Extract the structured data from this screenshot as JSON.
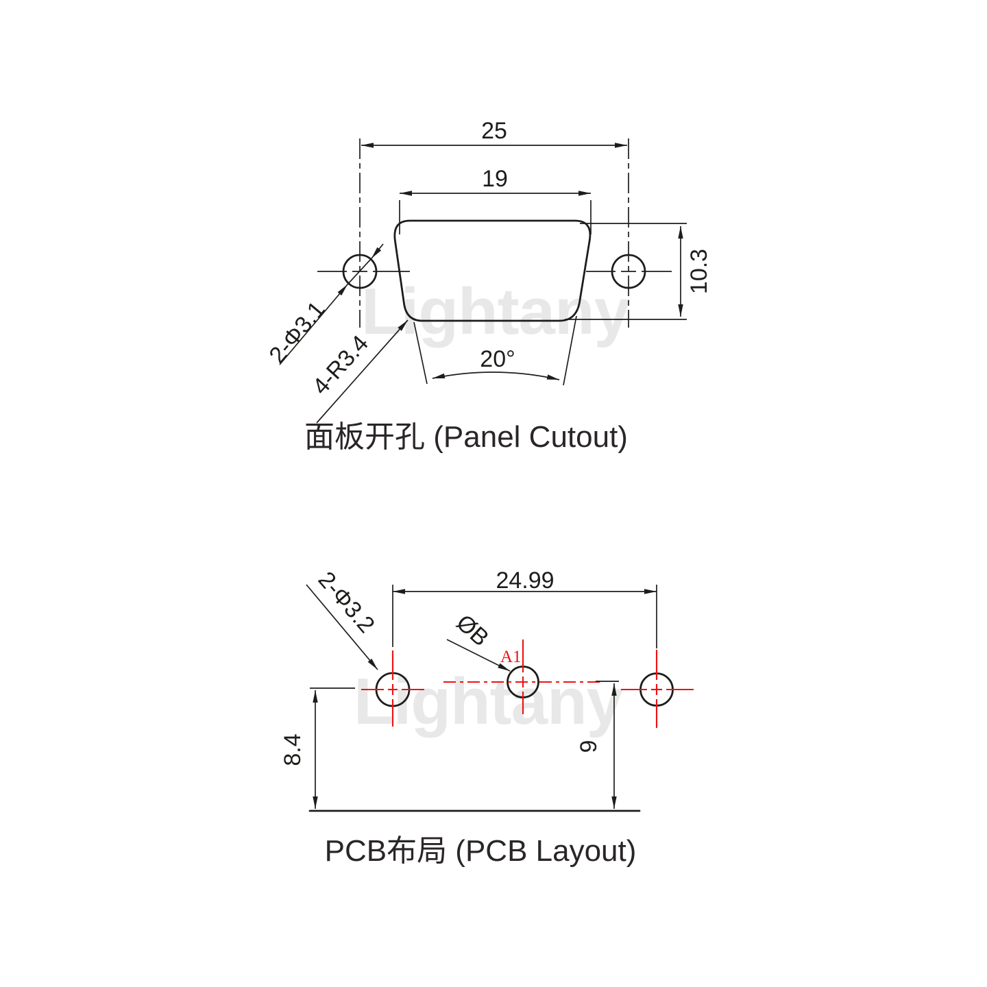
{
  "watermark": "Lightany",
  "colors": {
    "line": "#1d1d1b",
    "accent_red": "#ee1111",
    "watermark_gray": "#e8e8e8",
    "background": "#ffffff"
  },
  "panel": {
    "title": "面板开孔 (Panel Cutout)",
    "dim_outer_width": "25",
    "dim_top_width": "19",
    "dim_height": "10.3",
    "dim_angle": "20°",
    "label_mount_holes": "2-Φ3.1",
    "label_corner_radius": "4-R3.4"
  },
  "pcb": {
    "title": "PCB布局 (PCB Layout)",
    "dim_pitch": "24.99",
    "dim_left_height": "8.4",
    "dim_right_height": "9",
    "label_mount_holes": "2-Φ3.2",
    "label_pin_diameter": "ØB",
    "label_pin": "A1"
  }
}
